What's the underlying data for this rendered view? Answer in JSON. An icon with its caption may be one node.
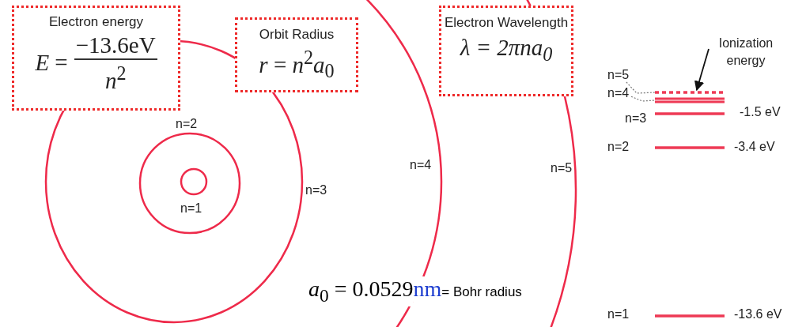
{
  "diagram": {
    "nodes": [
      {
        "text": [
          "Electron energy",
          "*E* =",
          "−13.6eV",
          "*n*$^{2}$"
        ]
      },
      {
        "text": [
          "Orbit Radius",
          "*r* = *n*$^{2}$*a*$_{0}$"
        ]
      },
      {
        "text": [
          "Electron Wavelength",
          "λ = 2πna$_{0}$"
        ]
      },
      {
        "text": [
          "Ionization energy"
        ]
      },
      {
        "text": [
          "n=5"
        ]
      },
      {
        "text": [
          "n=4"
        ]
      },
      {
        "text": [],
        "shape": "bar"
      },
      {
        "text": [],
        "shape": "bar"
      },
      {
        "text": [],
        "shape": "bar",
        "beside": [
          "n=3",
          "-1.5 eV"
        ]
      },
      {
        "text": [],
        "shape": "bar",
        "beside": [
          "n=2",
          "-3.4 eV"
        ]
      },
      {
        "text": [],
        "shape": "bar",
        "beside": [
          "n=1",
          "-13.6 eV"
        ]
      }
    ],
    "edges": [
      {
        "from": 3,
        "to": 6,
        "arrow": "to",
        "color": "#111111"
      },
      {
        "from": 4,
        "to": 6,
        "arrow": "none",
        "style": "dashed"
      },
      {
        "from": 5,
        "to": 7,
        "arrow": "none",
        "style": "dashed"
      }
    ],
    "labels": [
      "n=2",
      "n=4",
      "n=5",
      "n=3",
      "n=1",
      "*a*$_{0}$ = 0.0529",
      "nm",
      "= Bohr radius"
    ]
  }
}
